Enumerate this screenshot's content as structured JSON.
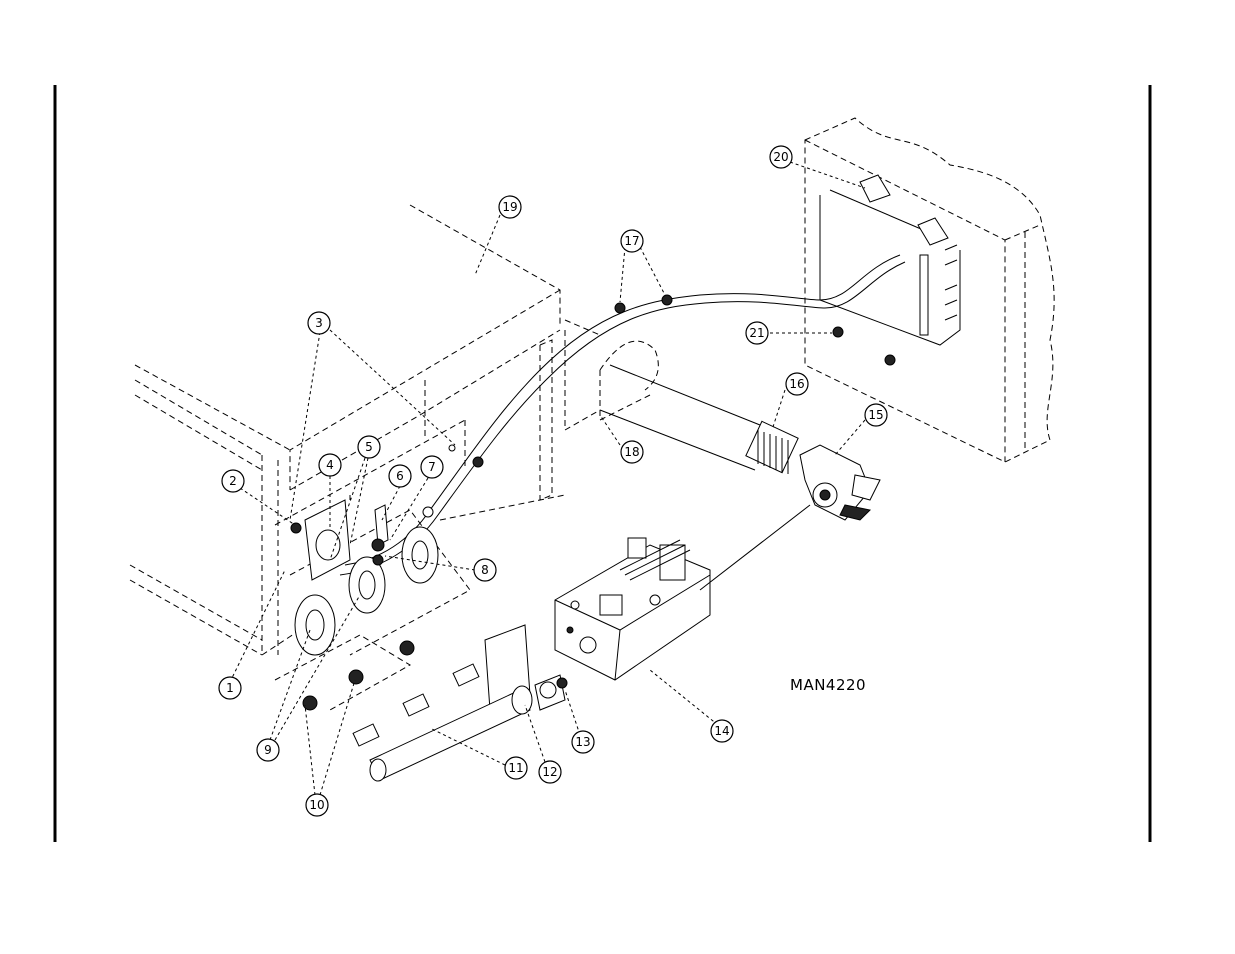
{
  "drawing_id": "MAN4220",
  "callouts": [
    {
      "id": "1",
      "label": "1"
    },
    {
      "id": "2",
      "label": "2"
    },
    {
      "id": "3",
      "label": "3"
    },
    {
      "id": "4",
      "label": "4"
    },
    {
      "id": "5",
      "label": "5"
    },
    {
      "id": "6",
      "label": "6"
    },
    {
      "id": "7",
      "label": "7"
    },
    {
      "id": "8",
      "label": "8"
    },
    {
      "id": "9",
      "label": "9"
    },
    {
      "id": "10",
      "label": "10"
    },
    {
      "id": "11",
      "label": "11"
    },
    {
      "id": "12",
      "label": "12"
    },
    {
      "id": "13",
      "label": "13"
    },
    {
      "id": "14",
      "label": "14"
    },
    {
      "id": "15",
      "label": "15"
    },
    {
      "id": "16",
      "label": "16"
    },
    {
      "id": "17",
      "label": "17"
    },
    {
      "id": "18",
      "label": "18"
    },
    {
      "id": "19",
      "label": "19"
    },
    {
      "id": "20",
      "label": "20"
    },
    {
      "id": "21",
      "label": "21"
    }
  ]
}
